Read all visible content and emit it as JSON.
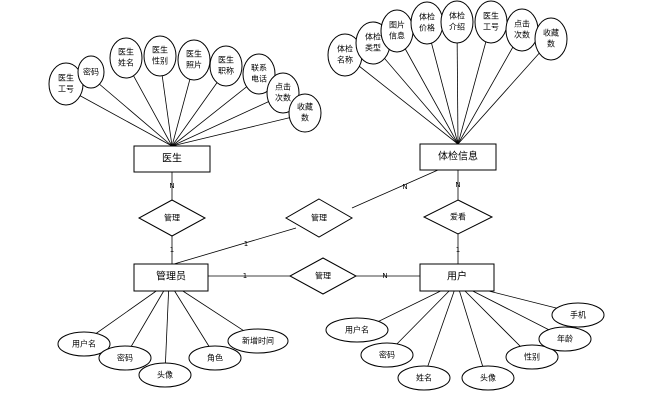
{
  "entities": {
    "doctor": "医生",
    "checkup": "体检信息",
    "admin": "管理员",
    "user": "用户"
  },
  "relations": {
    "manage_doctor": "管理",
    "manage_checkup": "管理",
    "manage_user": "管理",
    "favorite": "爱看"
  },
  "doctor_attrs": [
    [
      "医生",
      "工号"
    ],
    [
      "密码"
    ],
    [
      "医生",
      "姓名"
    ],
    [
      "医生",
      "性别"
    ],
    [
      "医生",
      "照片"
    ],
    [
      "医生",
      "职称"
    ],
    [
      "联系",
      "电话"
    ],
    [
      "点击",
      "次数"
    ],
    [
      "收藏",
      "数"
    ]
  ],
  "checkup_attrs": [
    [
      "体检",
      "名称"
    ],
    [
      "体检",
      "类型"
    ],
    [
      "图片",
      "信息"
    ],
    [
      "体检",
      "价格"
    ],
    [
      "体检",
      "介绍"
    ],
    [
      "医生",
      "工号"
    ],
    [
      "点击",
      "次数"
    ],
    [
      "收藏",
      "数"
    ]
  ],
  "admin_attrs": [
    "用户名",
    "密码",
    "头像",
    "角色",
    "新增时间"
  ],
  "user_attrs": [
    "用户名",
    "密码",
    "姓名",
    "头像",
    "性别",
    "年龄",
    "手机"
  ],
  "cardinalities": {
    "doctor_rel": "N",
    "admin_doctor_rel": "1",
    "admin_checkup_rel": "1",
    "checkup_admin_rel": "N",
    "checkup_fav": "N",
    "user_fav": "1",
    "admin_user_rel": "1",
    "user_admin_rel": "N"
  }
}
